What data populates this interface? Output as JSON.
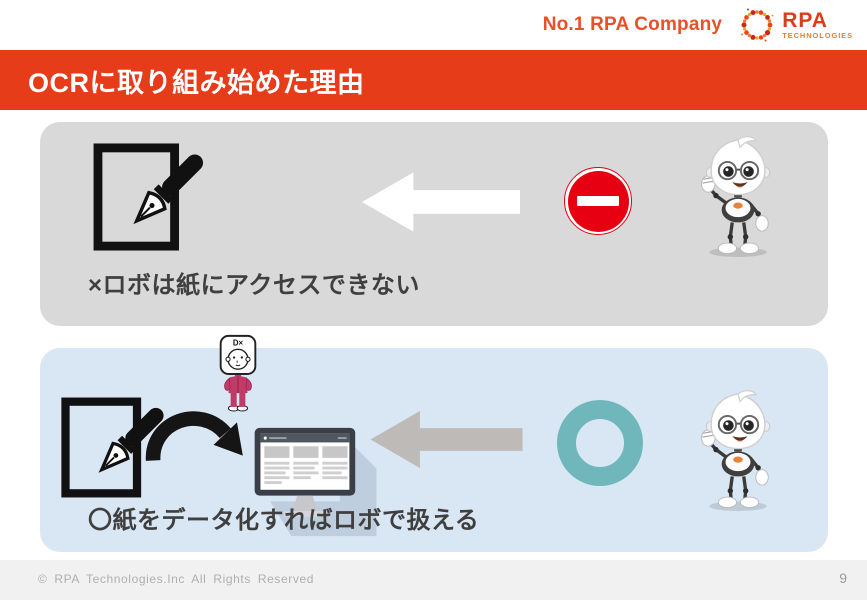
{
  "top_bar": {
    "tagline": "No.1 RPA Company",
    "logo": {
      "name": "RPA",
      "sub": "TECHNOLOGIES"
    }
  },
  "header": {
    "title": "OCRに取り組み始めた理由"
  },
  "sections": {
    "no_access": {
      "caption": "×ロボは紙にアクセスできない"
    },
    "digitize": {
      "caption": "〇紙をデータ化すればロボで扱える"
    }
  },
  "dx_figure": {
    "label": "D×"
  },
  "footer": {
    "copyright": "© RPA Technologies.Inc All Rights Reserved",
    "page_number": "9"
  },
  "colors": {
    "accent_red": "#E63C1A",
    "tagline_orange": "#E8502A",
    "panel_gray": "#D9D9D9",
    "panel_blue": "#D9E6F3",
    "stop_sign_red": "#E60012",
    "ok_teal": "#6FB7BB",
    "dx_pink": "#C23A68",
    "arrow_gray": "#BDBAB8",
    "caption_dark": "#3F3F3F"
  }
}
